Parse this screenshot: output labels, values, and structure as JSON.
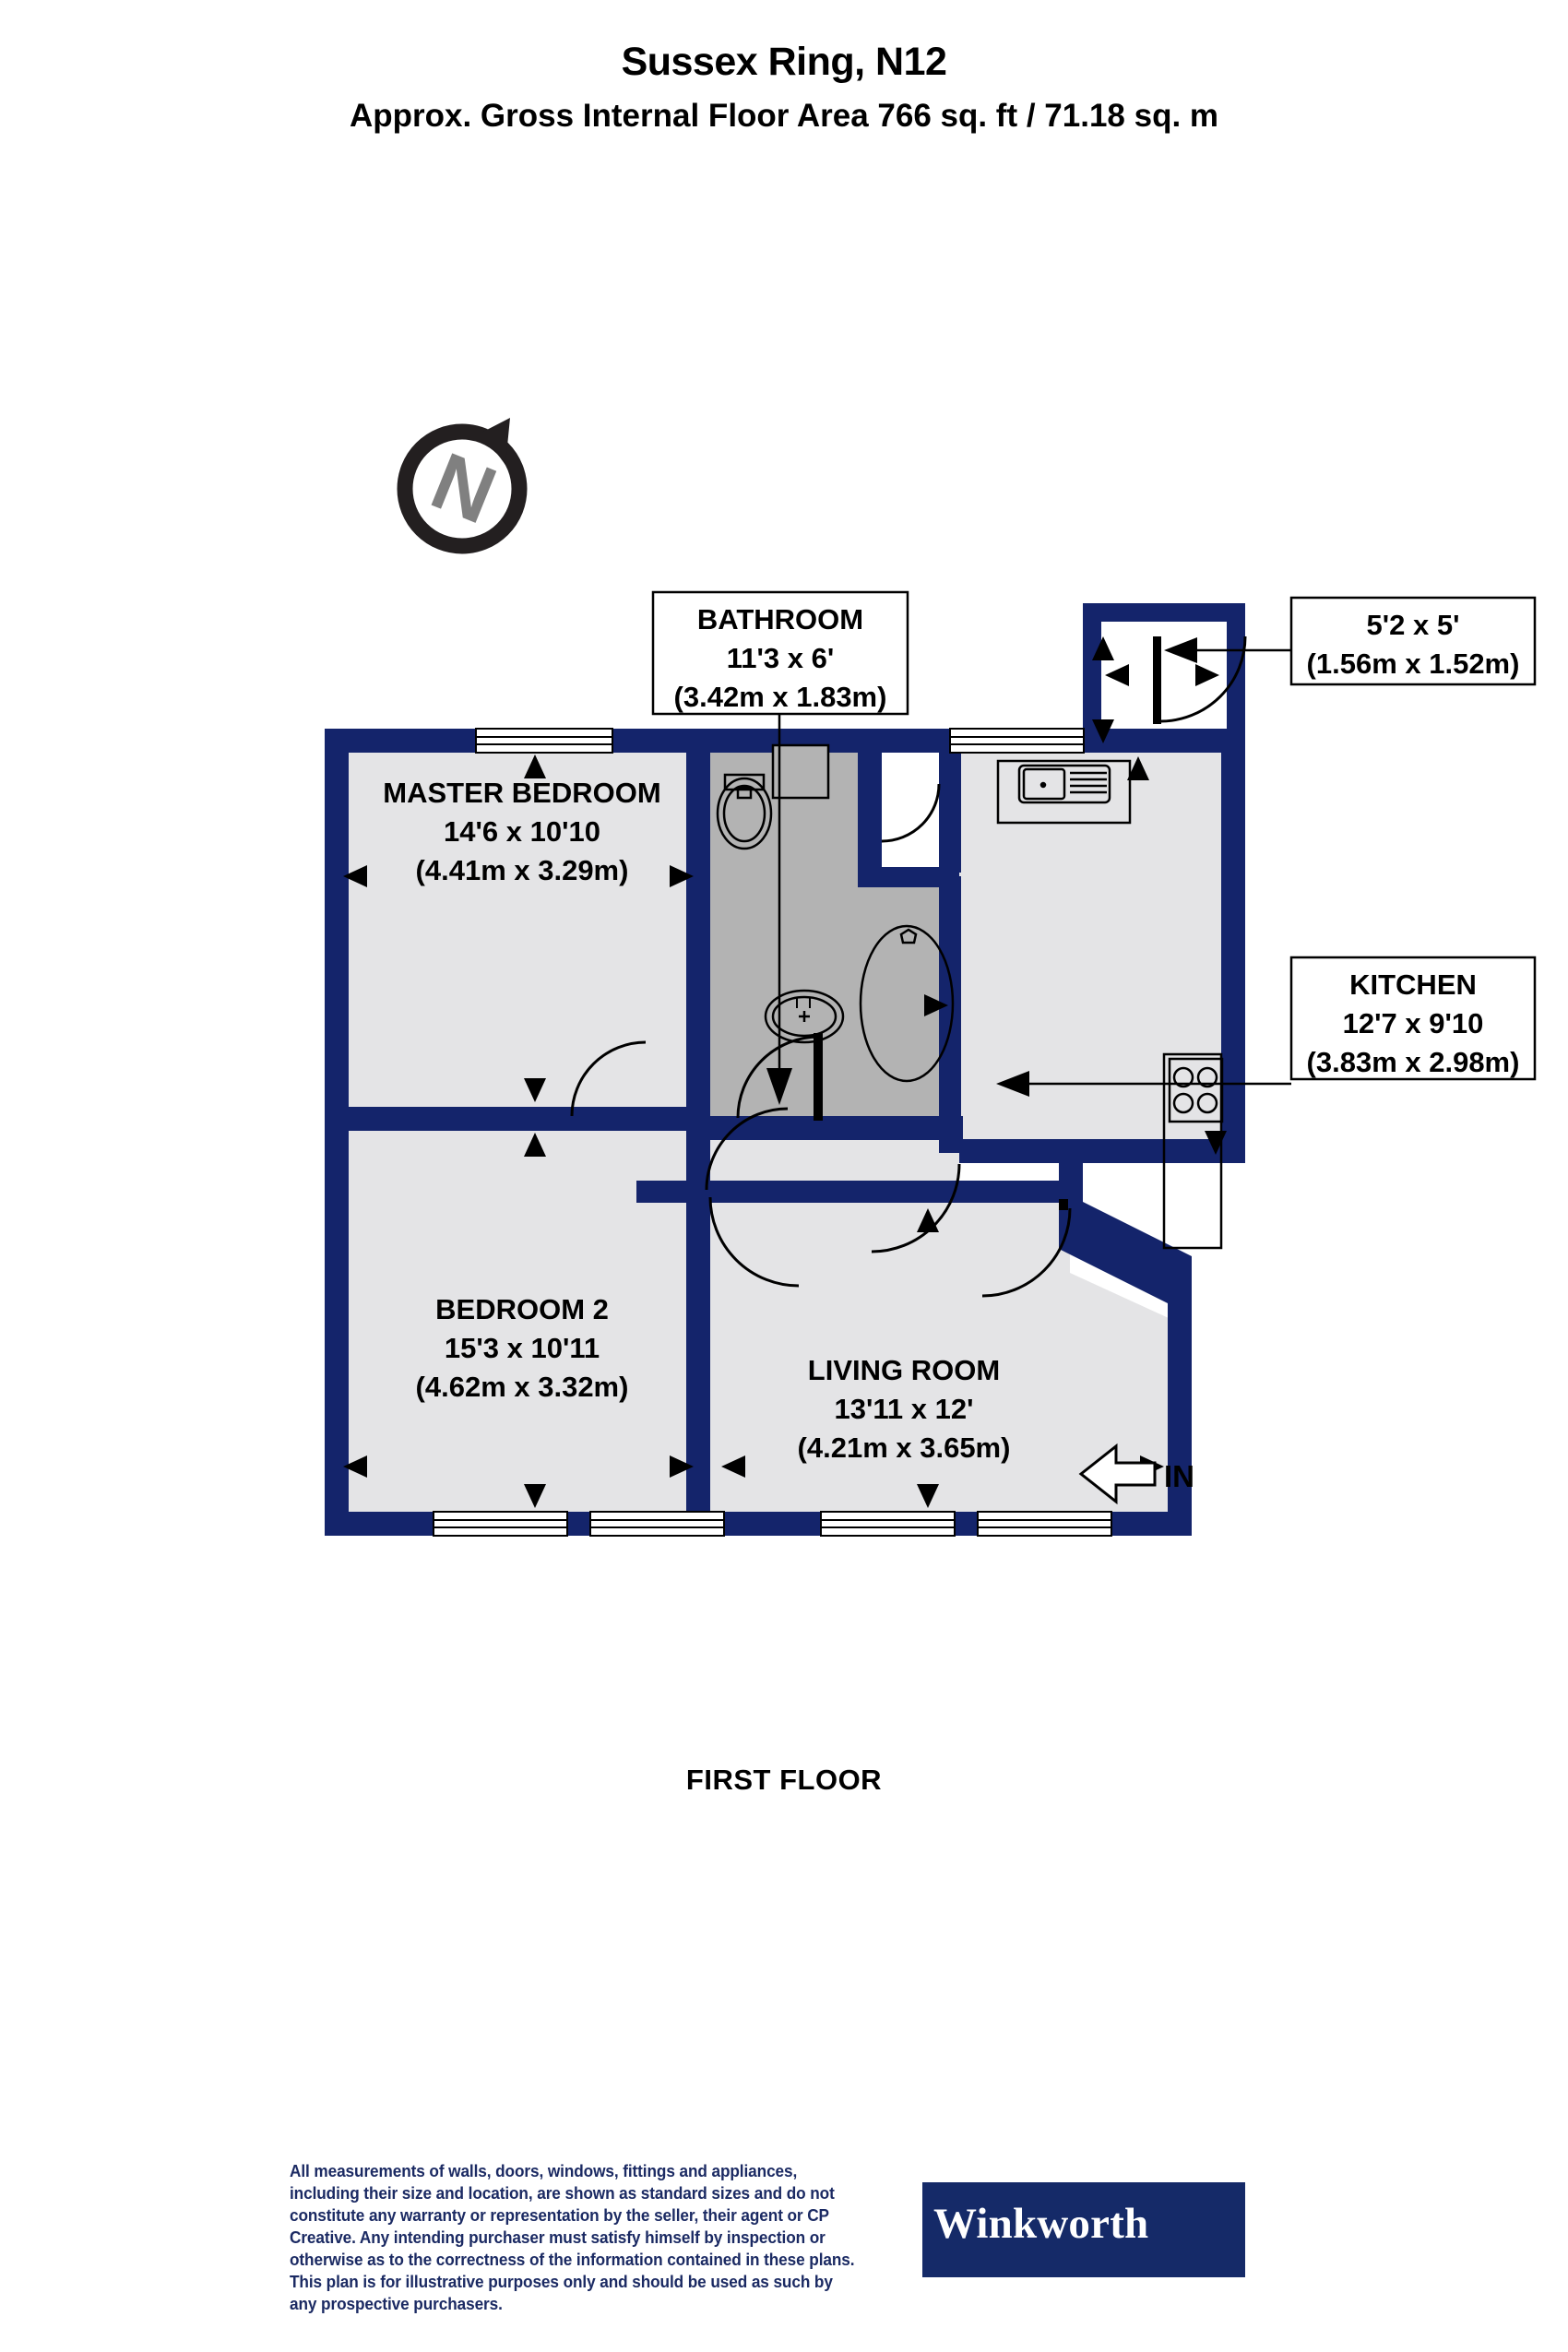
{
  "header": {
    "title": "Sussex Ring, N12",
    "subtitle": "Approx. Gross Internal Floor Area 766 sq. ft / 71.18 sq. m"
  },
  "compass": {
    "letter": "N",
    "name": "north-compass"
  },
  "floor_caption": "FIRST FLOOR",
  "entrance": {
    "label": "IN"
  },
  "rooms": [
    {
      "key": "bathroom",
      "name": "BATHROOM",
      "imperial": "11'3 x 6'",
      "metric": "(3.42m x 1.83m)",
      "boxed": true
    },
    {
      "key": "wc",
      "name": "",
      "imperial": "5'2 x 5'",
      "metric": "(1.56m x 1.52m)",
      "boxed": true
    },
    {
      "key": "kitchen",
      "name": "KITCHEN",
      "imperial": "12'7 x 9'10",
      "metric": "(3.83m x 2.98m)",
      "boxed": true
    },
    {
      "key": "master_bedroom",
      "name": "MASTER BEDROOM",
      "imperial": "14'6 x 10'10",
      "metric": "(4.41m x 3.29m)",
      "boxed": false
    },
    {
      "key": "bedroom2",
      "name": "BEDROOM 2",
      "imperial": "15'3 x 10'11",
      "metric": "(4.62m x 3.32m)",
      "boxed": false
    },
    {
      "key": "living_room",
      "name": "LIVING ROOM",
      "imperial": "13'11 x 12'",
      "metric": "(4.21m x 3.65m)",
      "boxed": false
    }
  ],
  "footer": {
    "disclaimer": "All measurements of walls, doors, windows, fittings and appliances, including their size and location, are shown as standard sizes and do not constitute any warranty or representation by the seller, their agent or CP Creative. Any intending purchaser must satisfy himself by inspection or otherwise as to the correctness of the information contained in these plans. This plan is for illustrative purposes only and should be used as such by any prospective purchasers.",
    "brand": "Winkworth"
  },
  "colors": {
    "wall": "#14246b",
    "room_fill": "#e4e4e6",
    "bathroom_fill": "#b3b3b3",
    "text": "#000000",
    "brand_navy": "#152a68",
    "white": "#ffffff"
  }
}
